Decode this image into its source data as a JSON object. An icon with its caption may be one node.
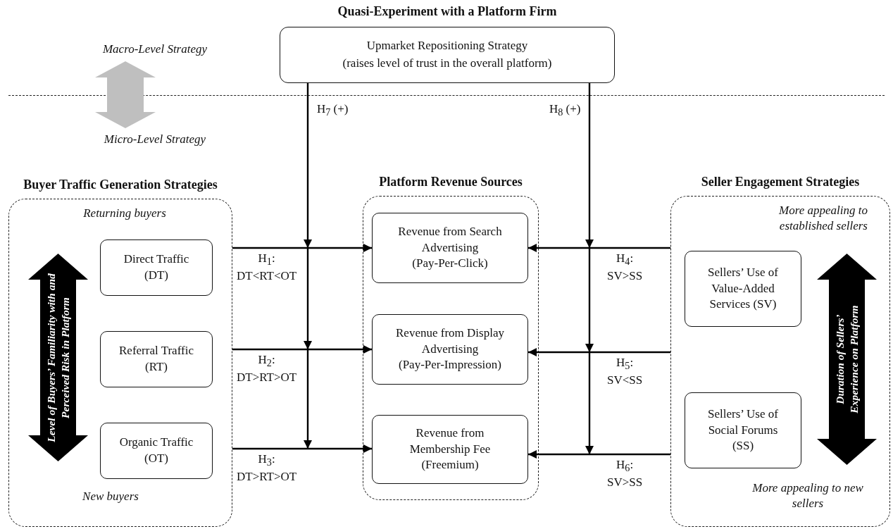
{
  "diagram": {
    "nodes": [
      {
        "text": [
          "Quasi-Experiment with a Platform Firm",
          "Upmarket Repositioning Strategy",
          "(raises level of trust in the overall platform)"
        ]
      },
      {
        "text": [
          "Buyer Traffic Generation Strategies",
          "Returning buyers",
          "New buyers"
        ]
      },
      {
        "text": [
          "Direct Traffic (DT)"
        ],
        "in": 1
      },
      {
        "text": [
          "Referral Traffic (RT)"
        ],
        "in": 1
      },
      {
        "text": [
          "Organic Traffic (OT)"
        ],
        "in": 1
      },
      {
        "text": [
          "Level of Buyers’ Familiarity with and Perceived Risk in Platform"
        ],
        "in": 1
      },
      {
        "text": [
          "Platform Revenue Sources"
        ]
      },
      {
        "text": [
          "Revenue from Search Advertising (Pay-Per-Click)"
        ],
        "in": 6
      },
      {
        "text": [
          "Revenue from Display Advertising (Pay-Per-Impression)"
        ],
        "in": 6
      },
      {
        "text": [
          "Revenue from Membership Fee (Freemium)"
        ],
        "in": 6
      },
      {
        "text": [
          "Seller Engagement Strategies",
          "More appealing to established sellers",
          "More appealing to new sellers"
        ]
      },
      {
        "text": [
          "Sellers’ Use of Value-Added Services (SV)"
        ],
        "in": 10
      },
      {
        "text": [
          "Sellers’ Use of Social Forums (SS)"
        ],
        "in": 10
      },
      {
        "text": [
          "Duration of Sellers’ Experience on Platform"
        ],
        "in": 10
      }
    ],
    "edges": [
      {
        "from": 1,
        "to": 7,
        "arrow": "to",
        "label": "H$_{1}$: DT<RT<OT"
      },
      {
        "from": 1,
        "to": 8,
        "arrow": "to",
        "label": "H$_{2}$: DT>RT>OT"
      },
      {
        "from": 1,
        "to": 9,
        "arrow": "to",
        "label": "H$_{3}$: DT>RT>OT"
      },
      {
        "from": 10,
        "to": 7,
        "arrow": "to",
        "label": "H$_{4}$: SV>SS"
      },
      {
        "from": 10,
        "to": 8,
        "arrow": "to",
        "label": "H$_{5}$: SV<SS"
      },
      {
        "from": 10,
        "to": 9,
        "arrow": "to",
        "label": "H$_{6}$: SV>SS"
      },
      {
        "from": 0,
        "to": null,
        "arrow": "to",
        "label": "H$_{7}$ (+)"
      },
      {
        "from": 0,
        "to": null,
        "arrow": "to",
        "label": "H$_{8}$ (+)"
      }
    ],
    "labels": [
      "Macro-Level Strategy",
      "Micro-Level Strategy"
    ]
  }
}
